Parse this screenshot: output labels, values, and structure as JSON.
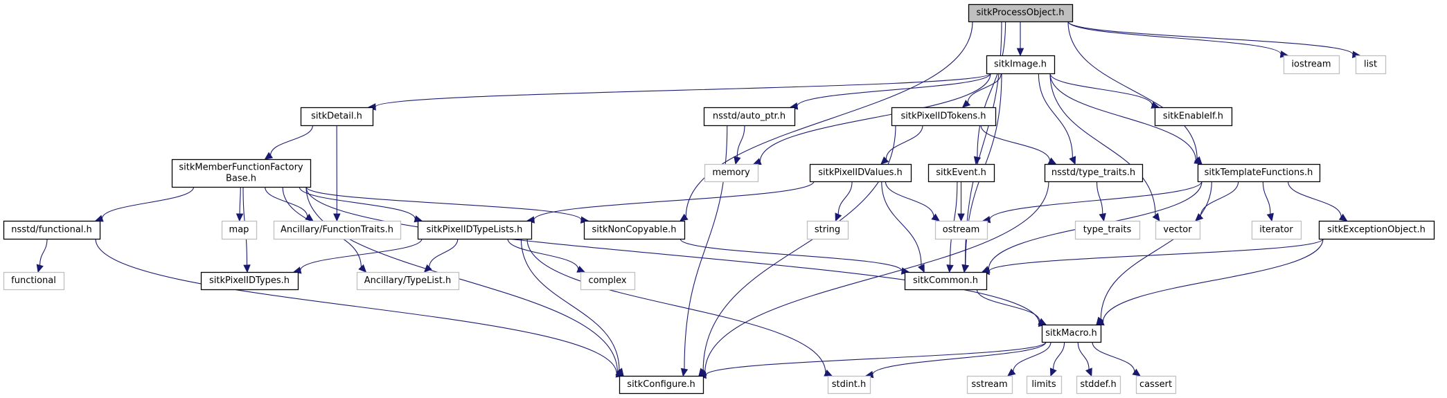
{
  "diagram": {
    "title": "sitkProcessObject.h include dependency graph",
    "colors": {
      "edge": "#191970",
      "local_border": "#000000",
      "system_border": "#bfbfbf",
      "root_fill": "#bfbfbf"
    },
    "nodes": [
      {
        "id": "ProcessObject",
        "label": "sitkProcessObject.h",
        "kind": "root"
      },
      {
        "id": "Image",
        "label": "sitkImage.h",
        "kind": "local"
      },
      {
        "id": "iostream",
        "label": "iostream",
        "kind": "system"
      },
      {
        "id": "list",
        "label": "list",
        "kind": "system"
      },
      {
        "id": "Detail",
        "label": "sitkDetail.h",
        "kind": "local"
      },
      {
        "id": "auto_ptr",
        "label": "nsstd/auto_ptr.h",
        "kind": "local"
      },
      {
        "id": "PixelIDTokens",
        "label": "sitkPixelIDTokens.h",
        "kind": "local"
      },
      {
        "id": "EnableIf",
        "label": "sitkEnableIf.h",
        "kind": "local"
      },
      {
        "id": "MFFBase",
        "label": "sitkMemberFunctionFactory\nBase.h",
        "kind": "local"
      },
      {
        "id": "memory",
        "label": "memory",
        "kind": "system"
      },
      {
        "id": "PixelIDValues",
        "label": "sitkPixelIDValues.h",
        "kind": "local"
      },
      {
        "id": "Event",
        "label": "sitkEvent.h",
        "kind": "local"
      },
      {
        "id": "nsstd_type_traits",
        "label": "nsstd/type_traits.h",
        "kind": "local"
      },
      {
        "id": "TemplateFunctions",
        "label": "sitkTemplateFunctions.h",
        "kind": "local"
      },
      {
        "id": "nsstd_functional",
        "label": "nsstd/functional.h",
        "kind": "local"
      },
      {
        "id": "map",
        "label": "map",
        "kind": "system"
      },
      {
        "id": "FunctionTraits",
        "label": "Ancillary/FunctionTraits.h",
        "kind": "system"
      },
      {
        "id": "PixelIDTypeLists",
        "label": "sitkPixelIDTypeLists.h",
        "kind": "local"
      },
      {
        "id": "NonCopyable",
        "label": "sitkNonCopyable.h",
        "kind": "local"
      },
      {
        "id": "string",
        "label": "string",
        "kind": "system"
      },
      {
        "id": "ostream",
        "label": "ostream",
        "kind": "system"
      },
      {
        "id": "type_traits",
        "label": "type_traits",
        "kind": "system"
      },
      {
        "id": "vector",
        "label": "vector",
        "kind": "system"
      },
      {
        "id": "iterator",
        "label": "iterator",
        "kind": "system"
      },
      {
        "id": "ExceptionObject",
        "label": "sitkExceptionObject.h",
        "kind": "local"
      },
      {
        "id": "functional",
        "label": "functional",
        "kind": "system"
      },
      {
        "id": "PixelIDTypes",
        "label": "sitkPixelIDTypes.h",
        "kind": "local"
      },
      {
        "id": "TypeList",
        "label": "Ancillary/TypeList.h",
        "kind": "system"
      },
      {
        "id": "complex",
        "label": "complex",
        "kind": "system"
      },
      {
        "id": "Common",
        "label": "sitkCommon.h",
        "kind": "local"
      },
      {
        "id": "Macro",
        "label": "sitkMacro.h",
        "kind": "local"
      },
      {
        "id": "Configure",
        "label": "sitkConfigure.h",
        "kind": "local"
      },
      {
        "id": "stdint",
        "label": "stdint.h",
        "kind": "system"
      },
      {
        "id": "sstream",
        "label": "sstream",
        "kind": "system"
      },
      {
        "id": "limits",
        "label": "limits",
        "kind": "system"
      },
      {
        "id": "stddef",
        "label": "stddef.h",
        "kind": "system"
      },
      {
        "id": "cassert",
        "label": "cassert",
        "kind": "system"
      }
    ],
    "edges": [
      [
        "ProcessObject",
        "Image"
      ],
      [
        "ProcessObject",
        "iostream"
      ],
      [
        "ProcessObject",
        "list"
      ],
      [
        "ProcessObject",
        "NonCopyable"
      ],
      [
        "ProcessObject",
        "Common"
      ],
      [
        "ProcessObject",
        "Event"
      ],
      [
        "ProcessObject",
        "TemplateFunctions"
      ],
      [
        "Image",
        "Detail"
      ],
      [
        "Image",
        "auto_ptr"
      ],
      [
        "Image",
        "PixelIDTokens"
      ],
      [
        "Image",
        "EnableIf"
      ],
      [
        "Image",
        "memory"
      ],
      [
        "Image",
        "nsstd_type_traits"
      ],
      [
        "Image",
        "TemplateFunctions"
      ],
      [
        "Image",
        "vector"
      ],
      [
        "Image",
        "Common"
      ],
      [
        "Detail",
        "MFFBase"
      ],
      [
        "Detail",
        "FunctionTraits"
      ],
      [
        "auto_ptr",
        "memory"
      ],
      [
        "auto_ptr",
        "Configure"
      ],
      [
        "PixelIDTokens",
        "PixelIDValues"
      ],
      [
        "PixelIDTokens",
        "nsstd_type_traits"
      ],
      [
        "PixelIDTokens",
        "Configure"
      ],
      [
        "MFFBase",
        "nsstd_functional"
      ],
      [
        "MFFBase",
        "map"
      ],
      [
        "MFFBase",
        "FunctionTraits"
      ],
      [
        "MFFBase",
        "PixelIDTypeLists"
      ],
      [
        "MFFBase",
        "NonCopyable"
      ],
      [
        "MFFBase",
        "PixelIDTypes"
      ],
      [
        "MFFBase",
        "TypeList"
      ],
      [
        "MFFBase",
        "Macro"
      ],
      [
        "MFFBase",
        "Configure"
      ],
      [
        "PixelIDValues",
        "PixelIDTypeLists"
      ],
      [
        "PixelIDValues",
        "string"
      ],
      [
        "PixelIDValues",
        "ostream"
      ],
      [
        "PixelIDValues",
        "Common"
      ],
      [
        "Event",
        "ostream"
      ],
      [
        "Event",
        "Common"
      ],
      [
        "nsstd_type_traits",
        "type_traits"
      ],
      [
        "nsstd_type_traits",
        "Configure"
      ],
      [
        "TemplateFunctions",
        "ostream"
      ],
      [
        "TemplateFunctions",
        "vector"
      ],
      [
        "TemplateFunctions",
        "iterator"
      ],
      [
        "TemplateFunctions",
        "ExceptionObject"
      ],
      [
        "TemplateFunctions",
        "Common"
      ],
      [
        "TemplateFunctions",
        "Macro"
      ],
      [
        "nsstd_functional",
        "functional"
      ],
      [
        "nsstd_functional",
        "Configure"
      ],
      [
        "PixelIDTypeLists",
        "PixelIDTypes"
      ],
      [
        "PixelIDTypeLists",
        "TypeList"
      ],
      [
        "PixelIDTypeLists",
        "complex"
      ],
      [
        "PixelIDTypeLists",
        "Configure"
      ],
      [
        "PixelIDTypeLists",
        "stdint"
      ],
      [
        "NonCopyable",
        "Common"
      ],
      [
        "ExceptionObject",
        "Common"
      ],
      [
        "ExceptionObject",
        "Macro"
      ],
      [
        "Common",
        "Macro"
      ],
      [
        "Macro",
        "Configure"
      ],
      [
        "Macro",
        "stdint"
      ],
      [
        "Macro",
        "sstream"
      ],
      [
        "Macro",
        "limits"
      ],
      [
        "Macro",
        "stddef"
      ],
      [
        "Macro",
        "cassert"
      ]
    ]
  }
}
